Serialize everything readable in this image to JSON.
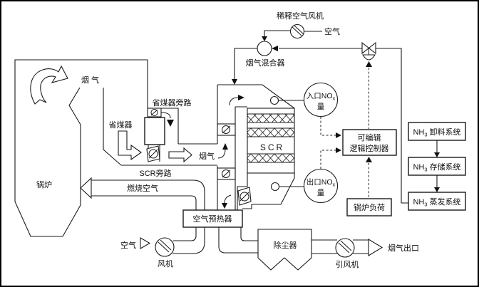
{
  "labels": {
    "boiler": "锅炉",
    "flue_gas_top": "烟气",
    "economizer": "省煤器",
    "economizer_bypass": "省煤器旁路",
    "scr_bypass": "SCR旁路",
    "duct_flue_gas": "烟气",
    "combustion_air": "燃烧空气",
    "air_preheater": "空气预热器",
    "air_in": "空气",
    "blower_fan": "风机",
    "scr": "SCR",
    "inlet_nox": {
      "main": "入口NO",
      "sub": "x",
      "line2": "量"
    },
    "outlet_nox": {
      "main": "出口NO",
      "sub": "x",
      "line2": "量"
    },
    "plc": {
      "line1": "可编辑",
      "line2": "逻辑控制器"
    },
    "boiler_load": "锅炉负荷",
    "dilution_fan": "稀释空气风机",
    "dilution_air": "空气",
    "mixer": "烟气混合器",
    "nh3_unloading": {
      "pre": "NH",
      "sub": "3",
      "rest": "卸料系统"
    },
    "nh3_storage": {
      "pre": "NH",
      "sub": "3",
      "rest": "存储系统"
    },
    "nh3_evaporation": {
      "pre": "NH",
      "sub": "3",
      "rest": "蒸发系统"
    },
    "dust_collector": "除尘器",
    "id_fan": "引风机",
    "flue_gas_outlet": "烟气出口"
  },
  "colors": {
    "line": "#1a1a1a",
    "background": "#ffffff"
  }
}
